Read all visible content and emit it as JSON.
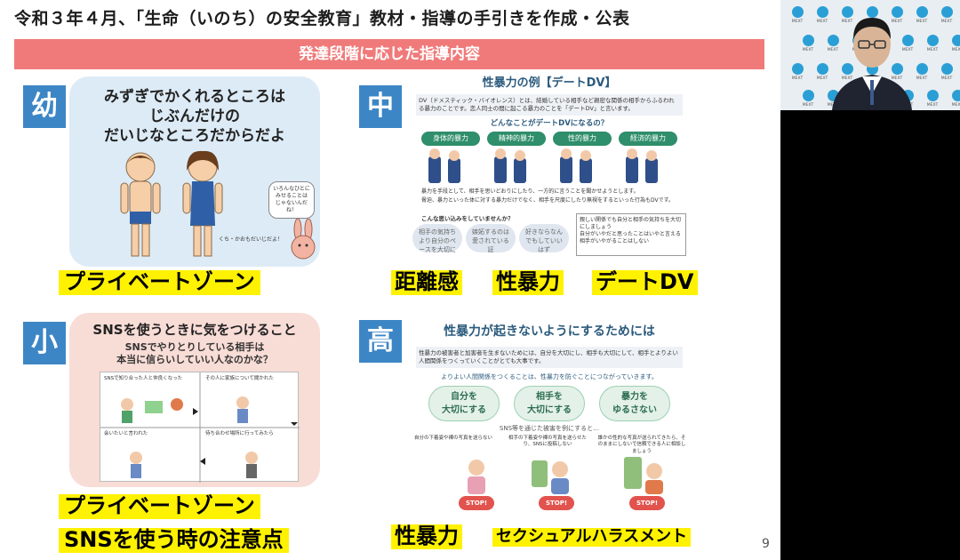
{
  "slide": {
    "title": "令和３年４月、「生命（いのち）の安全教育」教材・指導の手引きを作成・公表",
    "banner": "発達段階に応じた指導内容",
    "page_number": "9",
    "colors": {
      "banner": "#f07a7a",
      "badge": "#3d86c6",
      "caption_bg": "#fff200"
    }
  },
  "sections": {
    "kindergarten": {
      "badge": "幼",
      "heading": "みずぎでかくれるところは\nじぶんだけの\nだいじなところだからだよ",
      "speech": "いろんなひとに\nみせることは\nじゃないんだね！",
      "rabbit_caption": "くち・かおもだいじだよ！",
      "caption": "プライベートゾーン"
    },
    "middle": {
      "badge": "中",
      "heading": "性暴力の例【デートDV】",
      "intro": "DV（ドメスティック・バイオレンス）とは、結婚している相手など親密な関係の相手からふるわれる暴力のことです。恋人同士の間に起こる暴力のことを「デートDV」と言います。",
      "question": "どんなことがデートDVになるの？",
      "categories": [
        "身体的暴力",
        "精神的暴力",
        "性的暴力",
        "経済的暴力"
      ],
      "bullets": [
        "暴力を手段として、相手を思いどおりにしたり、一方的に言うことを聞かせようとします。",
        "脅迫、暴力といった体に対する暴力だけでなく、相手を尺度にしたり無視をするといった行為もDVです。"
      ],
      "misconception": "こんな思い込みをしていませんか？",
      "clouds": [
        "相手の気持ちより自分のペースを大切に",
        "嫉妬するのは愛されている証",
        "好きならなんでもしていいはず"
      ],
      "note": "親しい関係でも自分と相手の気持ちを大切にしましょう",
      "note_points": [
        "自分がいやだと思ったことはいやと言える",
        "相手がいやがることはしない"
      ],
      "captions": [
        "距離感",
        "性暴力",
        "デートDV"
      ]
    },
    "elementary": {
      "badge": "小",
      "heading": "SNSを使うときに気をつけること",
      "subheading": "SNSでやりとりしている相手は\n本当に信らいしていい人なのかな？",
      "steps": [
        "SNSで知り合った人と仲良くなった",
        "その人に家族について聞かれた",
        "会いたいと言われた",
        "待ち合わせ場所に行ってみたら"
      ],
      "captions": [
        "プライベートゾーン",
        "SNSを使う時の注意点"
      ]
    },
    "high": {
      "badge": "高",
      "heading": "性暴力が起きないようにするためには",
      "intro": "性暴力の被害者と加害者を生まないためには、自分を大切にし、相手も大切にして、相手とよりよい人間関係をつくっていくことがとても大事です。",
      "relation": "よりよい人間関係をつくることは、性暴力を防ぐことにつながっていきます。",
      "ovals": [
        "自分を\n大切にする",
        "相手を\n大切にする",
        "暴力を\nゆるさない"
      ],
      "sns_intro": "SNS等を通じた被害を例にすると…",
      "examples": [
        "自分の下着姿や裸の写真を送らない",
        "相手の下着姿や裸の写真を送らせたり、SNSに投稿しない",
        "誰かの性的な写真が送られてきたら、そのままにしないで信頼できる人に相談しましょう"
      ],
      "stop_label": "STOP!",
      "captions": [
        "性暴力",
        "セクシュアルハラスメント"
      ]
    }
  },
  "video": {
    "logo_text": "MEXT"
  }
}
